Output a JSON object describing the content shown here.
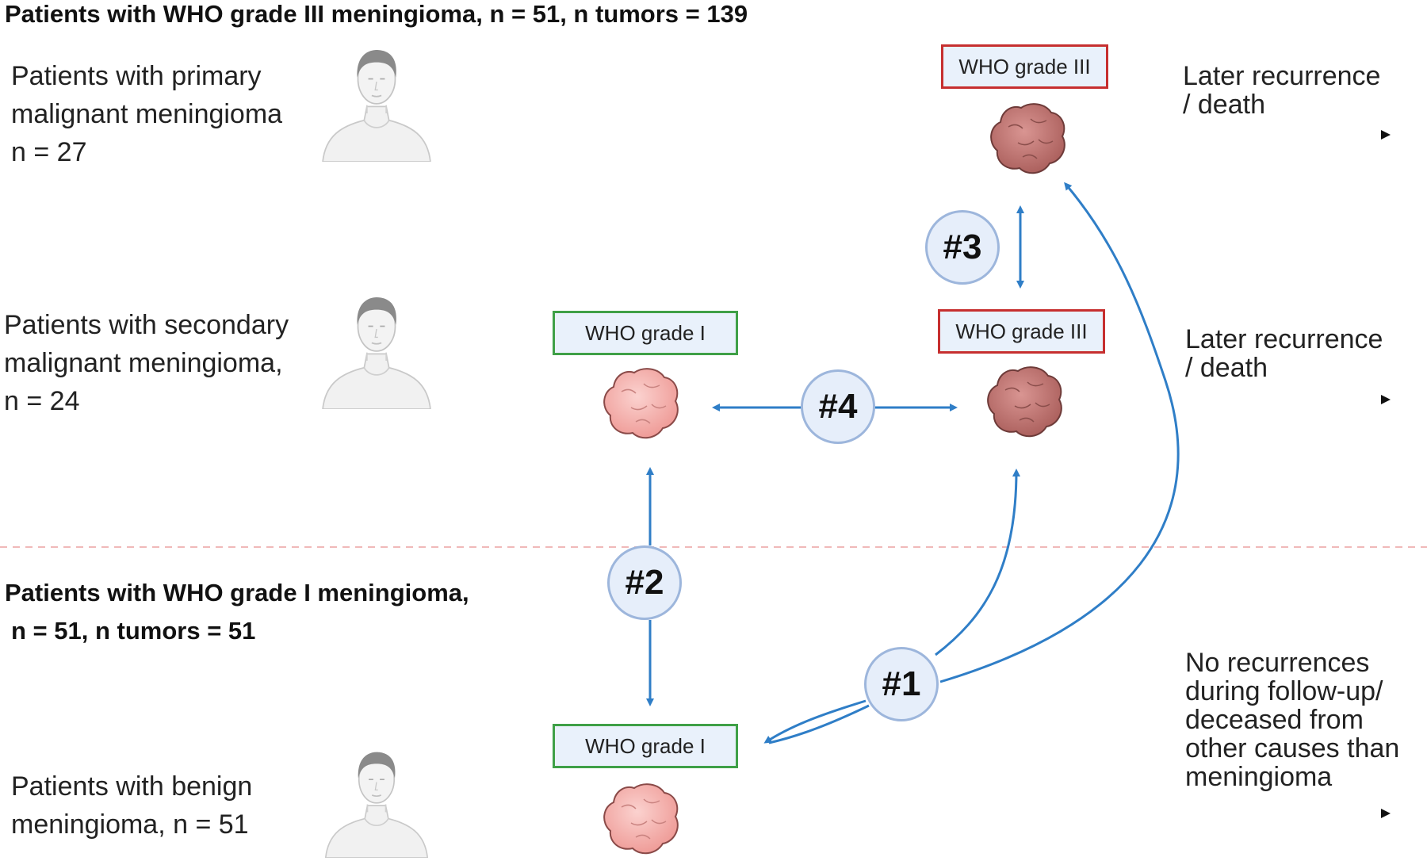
{
  "top_heading": "Patients with WHO grade III meningioma, n = 51, n tumors = 139",
  "bottom_heading": {
    "line1": "Patients with WHO grade I meningioma,",
    "line2": "n = 51, n tumors = 51"
  },
  "groups": {
    "primary": [
      "Patients with primary",
      "malignant meningioma",
      "n = 27"
    ],
    "secondary": [
      "Patients with secondary",
      "malignant meningioma,",
      "n = 24"
    ],
    "benign": [
      "Patients with benign",
      "meningioma, n = 51"
    ]
  },
  "boxes": {
    "primary_grade3": "WHO grade III",
    "secondary_grade1": "WHO grade I",
    "secondary_grade3": "WHO grade III",
    "benign_grade1": "WHO grade I"
  },
  "badges": {
    "b1": "#1",
    "b2": "#2",
    "b3": "#3",
    "b4": "#4"
  },
  "outcomes": {
    "primary": [
      "Later recurrence",
      "/ death"
    ],
    "secondary": [
      "Later recurrence",
      "/ death"
    ],
    "benign": [
      "No recurrences",
      "during follow-up/",
      "deceased from",
      "other causes than",
      "meningioma"
    ]
  },
  "colors": {
    "arrow_blue": "#2f7ec7",
    "grade1_border": "#3fa047",
    "grade3_border": "#c62f2f",
    "benign_tumor": "#f4a8a6",
    "malignant_tumor": "#c27471",
    "divider": "#f0b9b9"
  }
}
